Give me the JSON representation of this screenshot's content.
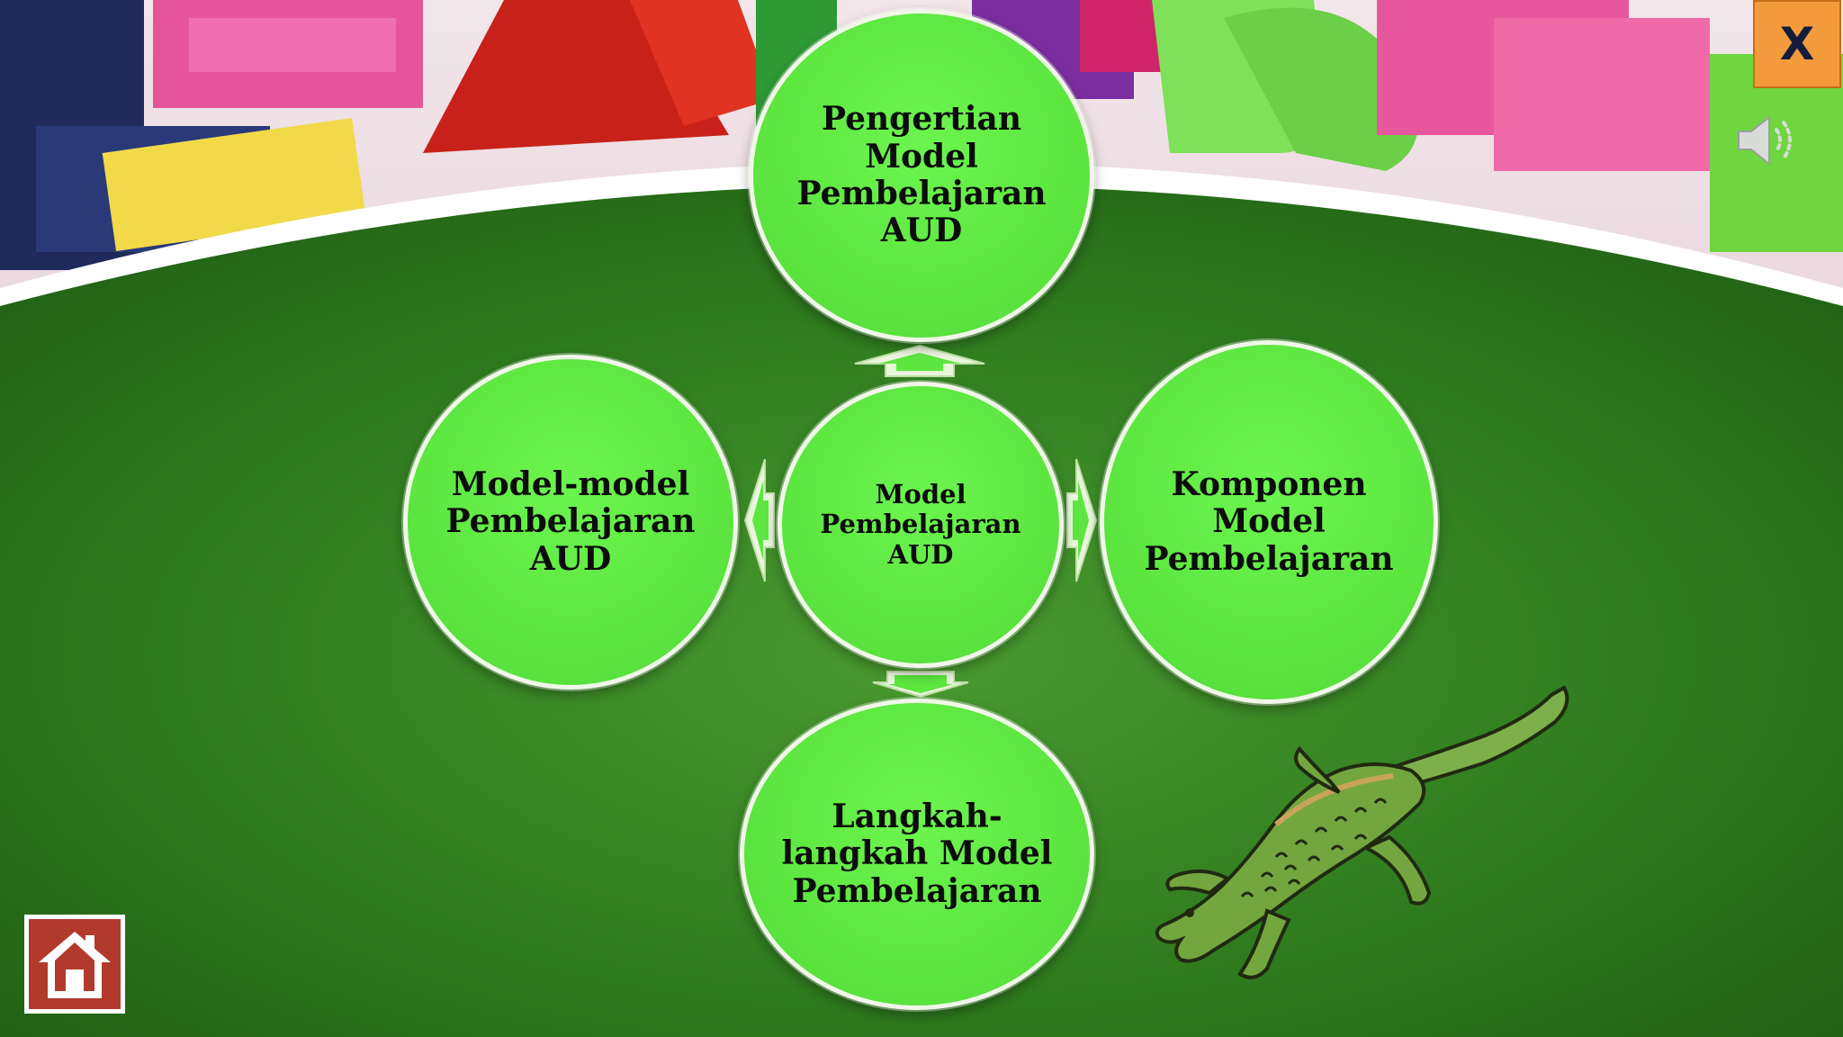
{
  "diagram": {
    "center": {
      "label": "Model Pembelajaran AUD"
    },
    "top": {
      "label": "Pengertian Model Pembelajaran AUD"
    },
    "left": {
      "label": "Model-model Pembelajaran AUD"
    },
    "right": {
      "label": "Komponen Model Pembelajaran"
    },
    "bottom": {
      "label": "Langkah-langkah Model Pembelajaran"
    }
  },
  "controls": {
    "close_label": "X"
  },
  "colors": {
    "circle_fill": "#5de640",
    "background_green": "#2f7a20",
    "close_button": "#f39a3c",
    "home_button": "#b23a2c"
  },
  "icons": [
    "close-icon",
    "speaker-icon",
    "home-icon",
    "crocodile-illustration"
  ]
}
